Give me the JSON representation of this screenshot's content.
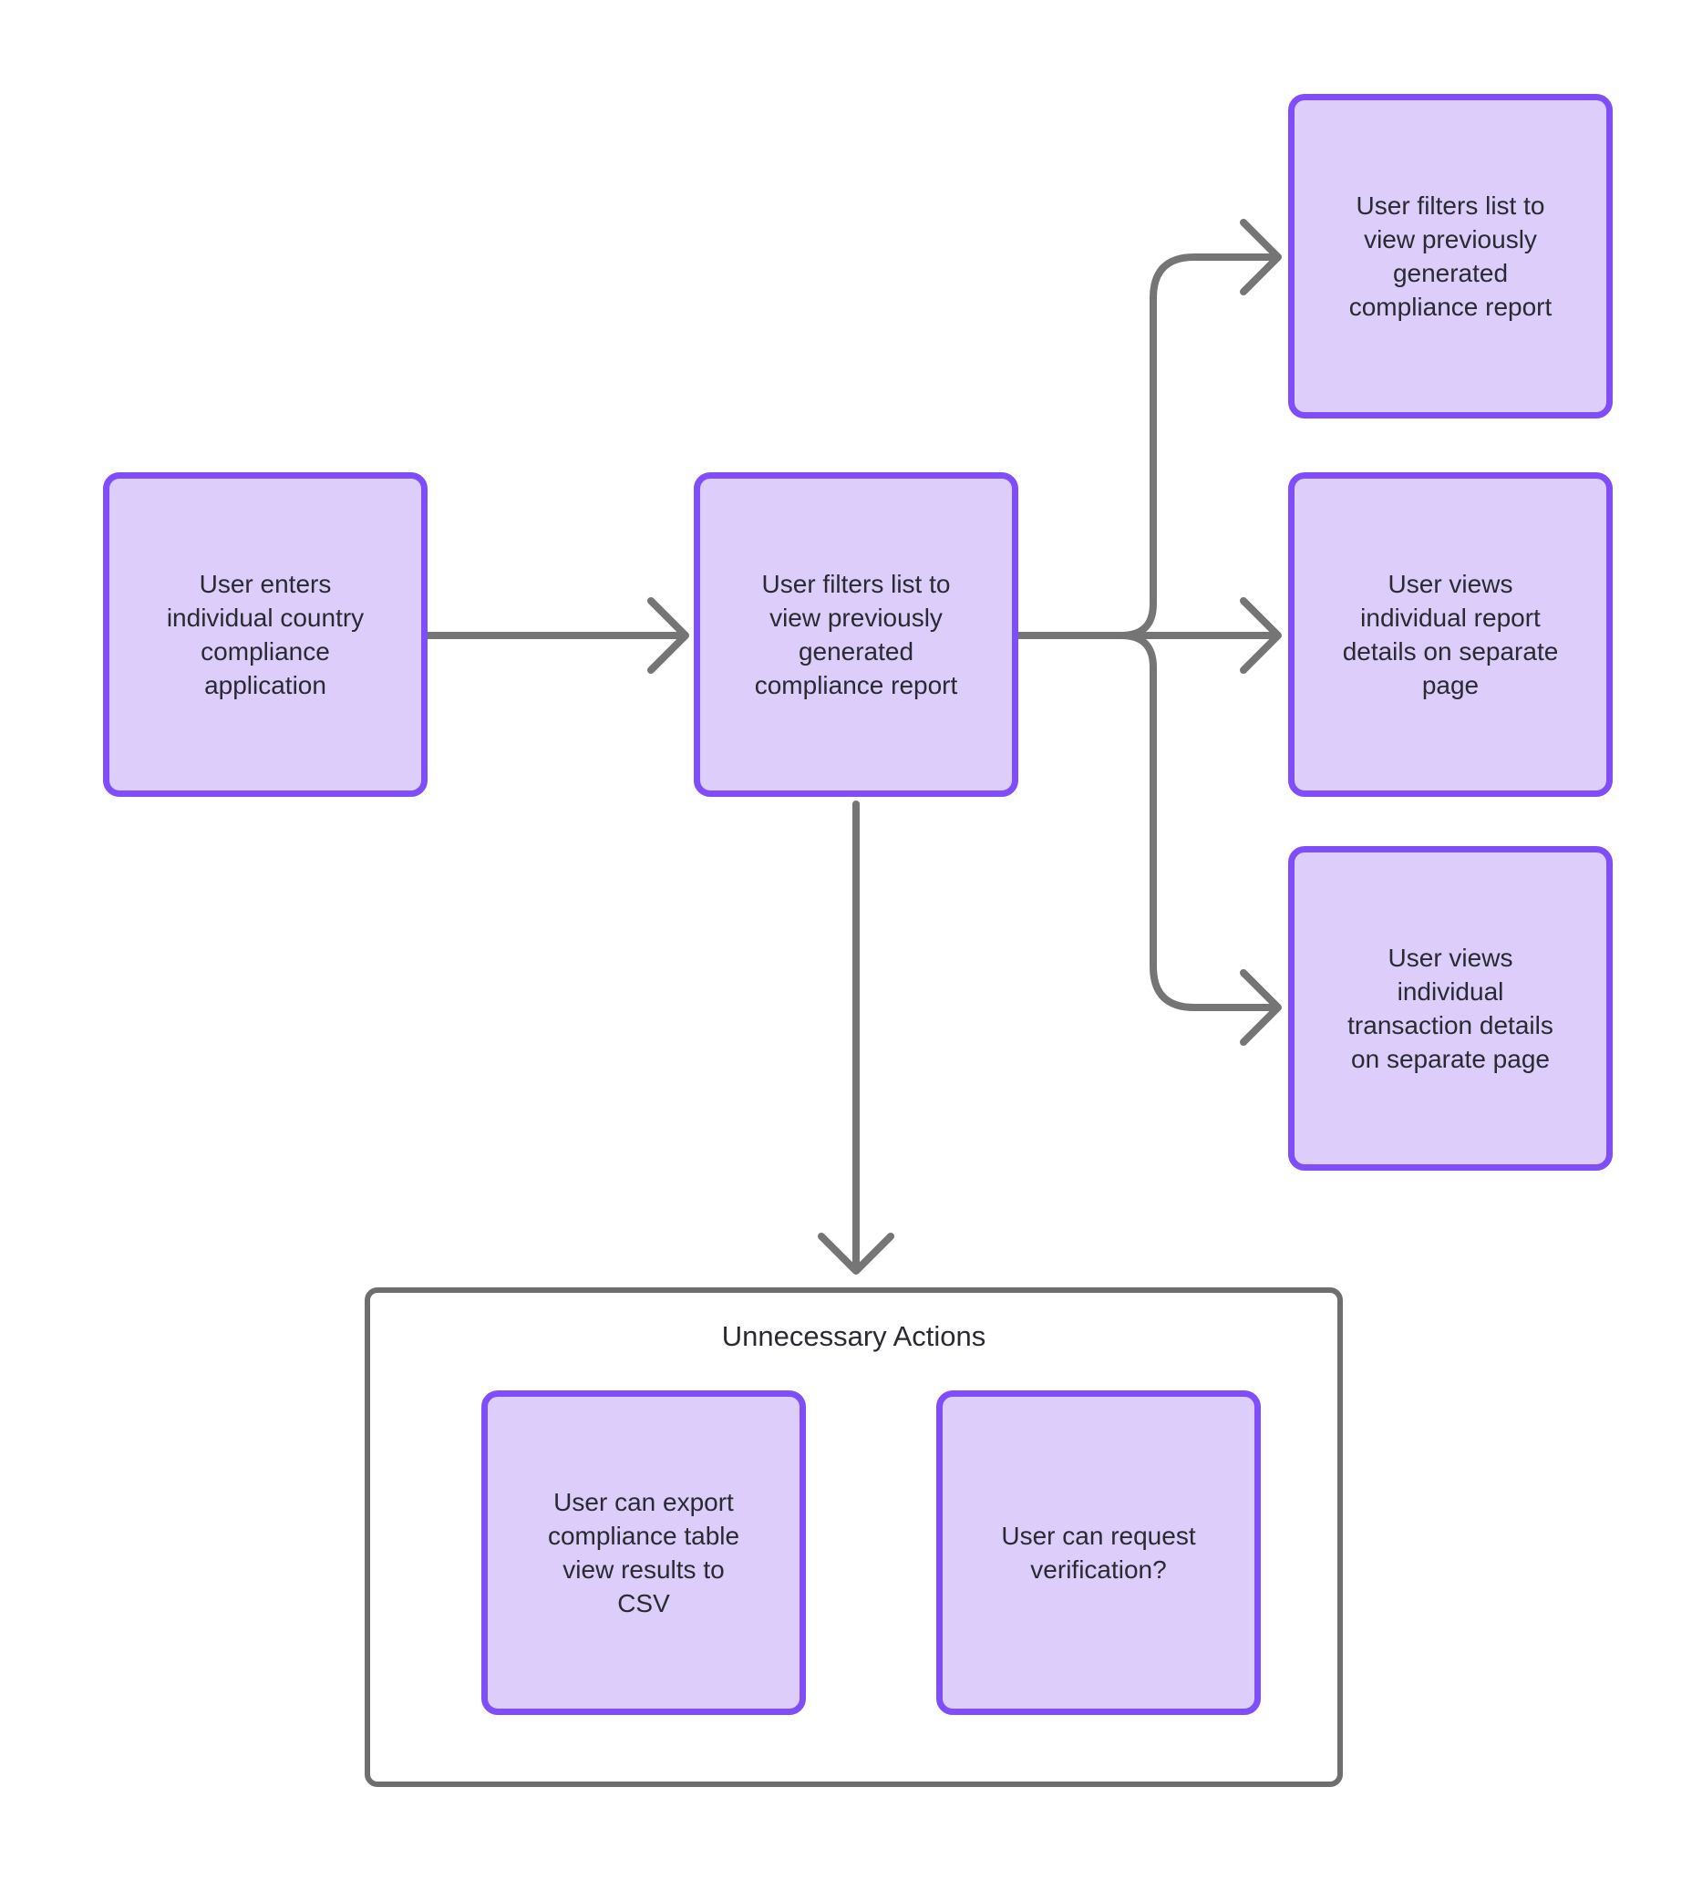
{
  "colors": {
    "node_fill": "#DCCDFA",
    "node_border": "#7F4DFA",
    "arrow": "#757575",
    "container_border": "#6E6E6E",
    "text": "#2A2A32"
  },
  "group": {
    "title": "Unnecessary Actions"
  },
  "nodes": {
    "enter_app": {
      "label": "User enters\nindividual country\ncompliance\napplication"
    },
    "filter_list_main": {
      "label": "User filters list to\nview previously\ngenerated\ncompliance report"
    },
    "filter_list_top": {
      "label": "User filters list to\nview previously\ngenerated\ncompliance report"
    },
    "report_details": {
      "label": "User views\nindividual report\ndetails on separate\npage"
    },
    "transaction_details": {
      "label": "User views\nindividual\ntransaction details\non separate page"
    },
    "export_csv": {
      "label": "User can export\ncompliance table\nview results to\nCSV"
    },
    "request_verification": {
      "label": "User can request\nverification?"
    }
  }
}
